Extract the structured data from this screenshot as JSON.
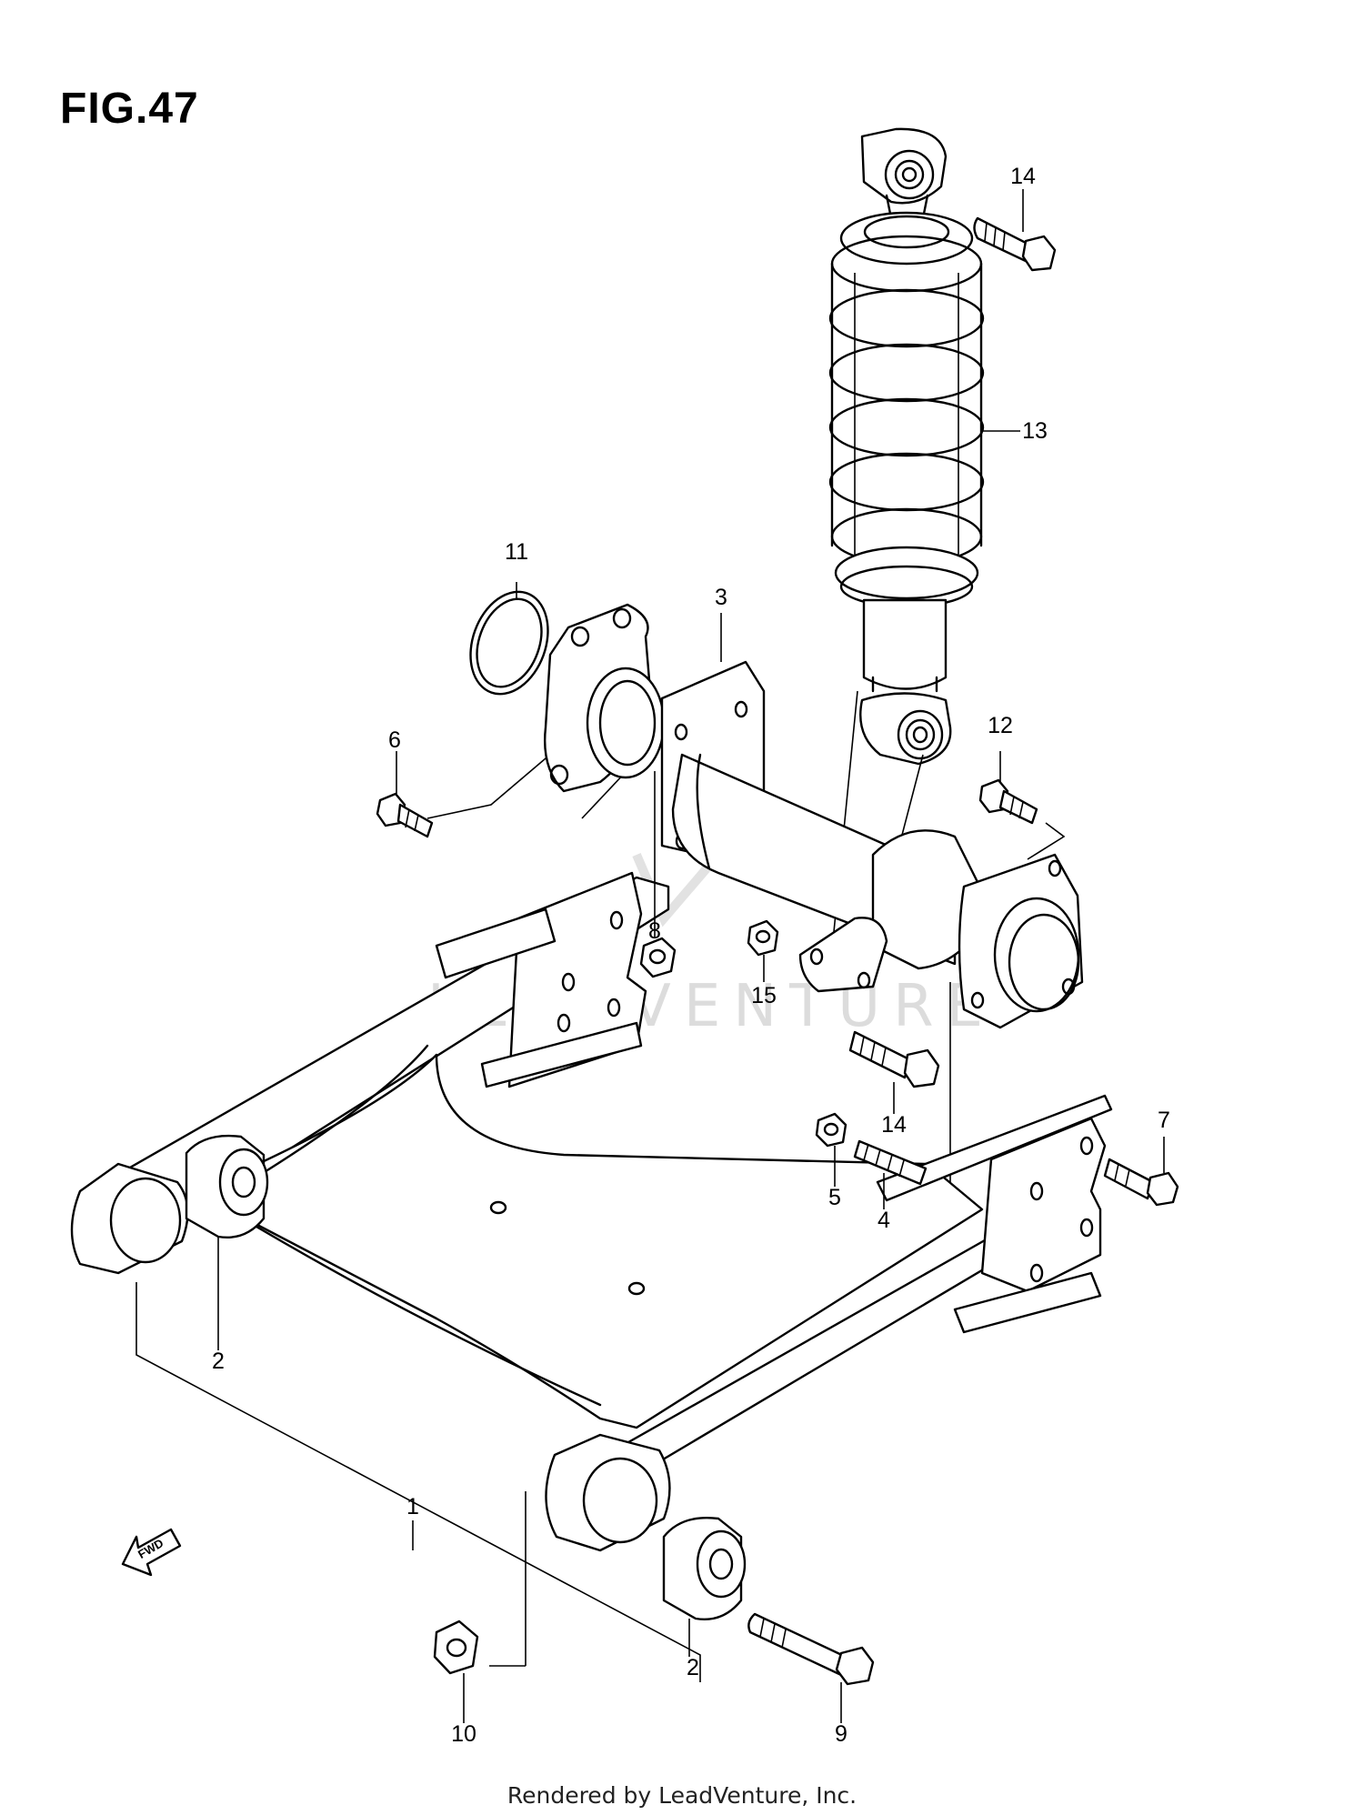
{
  "figure": {
    "title": "FIG.47"
  },
  "footer": {
    "text": "Rendered by LeadVenture, Inc."
  },
  "watermark": {
    "text": "LEADVENTURE"
  },
  "fwd_arrow": {
    "label": "FWD"
  },
  "callouts": [
    {
      "id": "c14a",
      "label": "14"
    },
    {
      "id": "c13",
      "label": "13"
    },
    {
      "id": "c11",
      "label": "11"
    },
    {
      "id": "c3",
      "label": "3"
    },
    {
      "id": "c12",
      "label": "12"
    },
    {
      "id": "c6",
      "label": "6"
    },
    {
      "id": "c8",
      "label": "8"
    },
    {
      "id": "c15",
      "label": "15"
    },
    {
      "id": "c14b",
      "label": "14"
    },
    {
      "id": "c7",
      "label": "7"
    },
    {
      "id": "c5",
      "label": "5"
    },
    {
      "id": "c4",
      "label": "4"
    },
    {
      "id": "c2a",
      "label": "2"
    },
    {
      "id": "c1",
      "label": "1"
    },
    {
      "id": "c2b",
      "label": "2"
    },
    {
      "id": "c10",
      "label": "10"
    },
    {
      "id": "c9",
      "label": "9"
    }
  ]
}
